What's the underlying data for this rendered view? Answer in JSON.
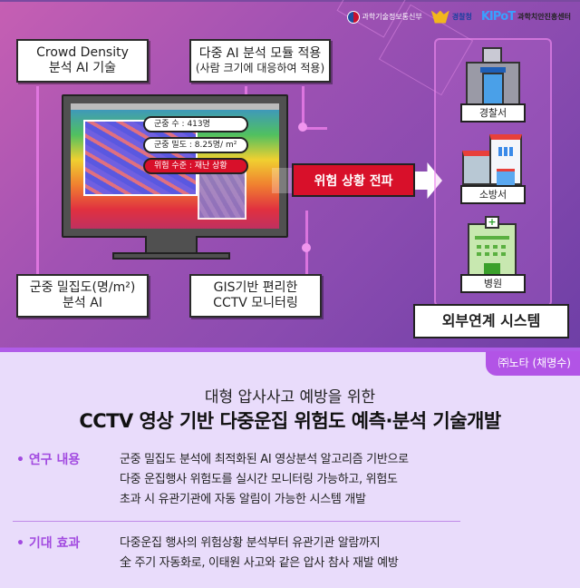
{
  "logos": [
    {
      "name": "과학기술정보통신부"
    },
    {
      "name": "경찰청"
    },
    {
      "name": "KIPoT",
      "subtitle": "과학치안진흥센터"
    }
  ],
  "feature_boxes": {
    "crowd_density": {
      "line1": "Crowd Density",
      "line2": "분석 AI 기술"
    },
    "multi_ai": {
      "line1": "다중 AI 분석 모듈 적용",
      "line2": "(사람 크기에 대응하여 적용)"
    },
    "density_ai": {
      "line1": "군중 밀집도(명/m²)",
      "line2": "분석 AI"
    },
    "gis": {
      "line1": "GIS기반 편리한",
      "line2": "CCTV 모니터링"
    }
  },
  "monitor": {
    "crowd_count": "군중 수 : 413명",
    "crowd_density": "군중 밀도 : 8.25명/ m²",
    "risk_level": "위험 수준 : 재난 상황"
  },
  "alert": {
    "label": "위험 상황 전파"
  },
  "external": {
    "agencies": [
      {
        "label": "경찰서",
        "icon": "police-station-icon"
      },
      {
        "label": "소방서",
        "icon": "fire-station-icon"
      },
      {
        "label": "병원",
        "icon": "hospital-icon"
      }
    ],
    "system_label": "외부연계 시스템"
  },
  "author": "㈜노타 (채명수)",
  "subtitle": "대형 압사사고 예방을 위한",
  "title": "CCTV 영상 기반 다중운집 위험도 예측·분석 기술개발",
  "sections": [
    {
      "head": "• 연구 내용",
      "lines": [
        "군중 밀집도 분석에 최적화된 AI 영상분석 알고리즘 기반으로",
        "다중 운집행사 위험도를 실시간 모니터링 가능하고, 위험도",
        "초과 시 유관기관에 자동 알림이 가능한 시스템 개발"
      ]
    },
    {
      "head": "• 기대 효과",
      "lines": [
        "다중운집 행사의 위험상황 분석부터 유관기관 알람까지",
        "全 주기 자동화로, 이태원 사고와 같은 압사 참사 재발 예방"
      ]
    }
  ],
  "colors": {
    "accent": "#a24ae0",
    "alert": "#d8102a",
    "bg_light": "#e9dcfb"
  }
}
